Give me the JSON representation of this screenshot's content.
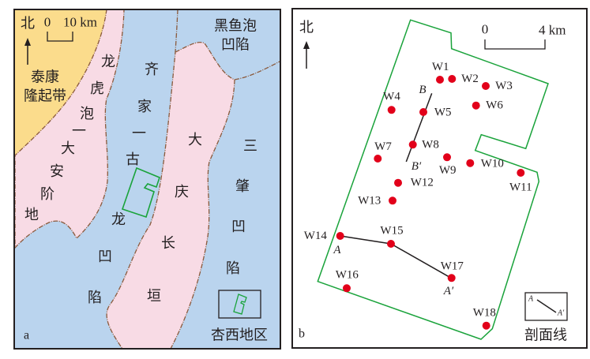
{
  "panel_a": {
    "letter": "a",
    "north": "北",
    "scale_zero": "0",
    "scale_end": "10 km",
    "regions": {
      "taikang_1": "泰康",
      "taikang_2": "隆起带",
      "longhupao": "龙虎泡—大安阶地",
      "qijia": "齐家—古龙凹陷",
      "daqing": "大庆长垣",
      "heiyupao_1": "黑鱼泡",
      "heiyupao_2": "凹陷",
      "sanzhao": "三肇凹陷"
    },
    "inset_label": "杏西地区",
    "colors": {
      "uplift": "#fbdc8c",
      "terrace": "#f8dbe5",
      "depression": "#bad4ee",
      "boundary": "#8b5a3c",
      "study_area": "#1aa33b"
    }
  },
  "panel_b": {
    "letter": "b",
    "north": "北",
    "scale_zero": "0",
    "scale_end": "4 km",
    "wells": [
      "W1",
      "W2",
      "W3",
      "W4",
      "W5",
      "W6",
      "W7",
      "W8",
      "W9",
      "W10",
      "W11",
      "W12",
      "W13",
      "W14",
      "W15",
      "W16",
      "W17",
      "W18"
    ],
    "section_A": {
      "start": "A",
      "end": "A′"
    },
    "section_B": {
      "start": "B",
      "end": "B′"
    },
    "legend": {
      "start": "A",
      "end": "A′",
      "label": "剖面线"
    },
    "colors": {
      "well": "#e2001a",
      "boundary": "#1aa33b"
    }
  }
}
